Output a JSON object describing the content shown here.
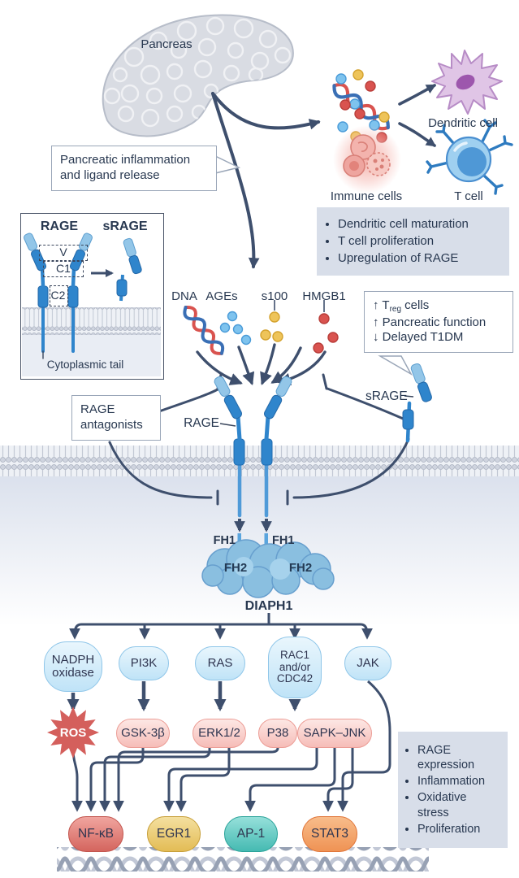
{
  "top": {
    "pancreas_label": "Pancreas",
    "bubble_line1": "Pancreatic inflammation",
    "bubble_line2": "and ligand release",
    "dendritic_cell_label": "Dendritic cell",
    "immune_cells_label": "Immune cells",
    "t_cell_label": "T cell",
    "effects_box": {
      "items": [
        "Dendritic cell maturation",
        "T cell proliferation",
        "Upregulation of RAGE"
      ]
    }
  },
  "inset": {
    "rage_title": "RAGE",
    "srage_title": "sRAGE",
    "domain_v": "V",
    "domain_c1": "C1",
    "domain_c2": "C2",
    "cytoplasmic_tail": "Cytoplasmic tail"
  },
  "ligands": {
    "dna": "DNA",
    "ages": "AGEs",
    "s100": "s100",
    "hmgb1": "HMGB1"
  },
  "srage_effects": {
    "line1_pre": "↑ T",
    "line1_sub": "reg",
    "line1_post": " cells",
    "line2": "↑ Pancreatic function",
    "line3": "↓ Delayed T1DM"
  },
  "receptors": {
    "rage_label": "RAGE",
    "srage_label": "sRAGE",
    "antagonists_line1": "RAGE",
    "antagonists_line2": "antagonists"
  },
  "diaph1": {
    "fh1_left": "FH1",
    "fh1_right": "FH1",
    "fh2_left": "FH2",
    "fh2_right": "FH2",
    "label": "DIAPH1"
  },
  "pathway": {
    "tier1": [
      {
        "label": "NADPH oxidase"
      },
      {
        "label": "PI3K"
      },
      {
        "label": "RAS"
      },
      {
        "label": "RAC1 and/or CDC42"
      },
      {
        "label": "JAK"
      }
    ],
    "tier2": [
      {
        "label": "ROS"
      },
      {
        "label": "GSK-3β"
      },
      {
        "label": "ERK1/2"
      },
      {
        "label": "P38"
      },
      {
        "label": "SAPK–JNK"
      }
    ],
    "tier3": [
      {
        "label": "NF-κB"
      },
      {
        "label": "EGR1"
      },
      {
        "label": "AP-1"
      },
      {
        "label": "STAT3"
      }
    ]
  },
  "outcomes_box": {
    "items": [
      "RAGE expression",
      "Inflammation",
      "Oxidative stress",
      "Proliferation"
    ]
  },
  "colors": {
    "arrow": "#3e4f6d",
    "node_blue": "#cfe9f8",
    "node_pink": "#fbd3cf",
    "nfkb": "#e08680",
    "egr1": "#eed07e",
    "ap1": "#62c9c3",
    "stat3": "#f4a469",
    "ros": "#d45f5c",
    "box_gray": "#d8dee9",
    "receptor_blue": "#2f85cc"
  }
}
